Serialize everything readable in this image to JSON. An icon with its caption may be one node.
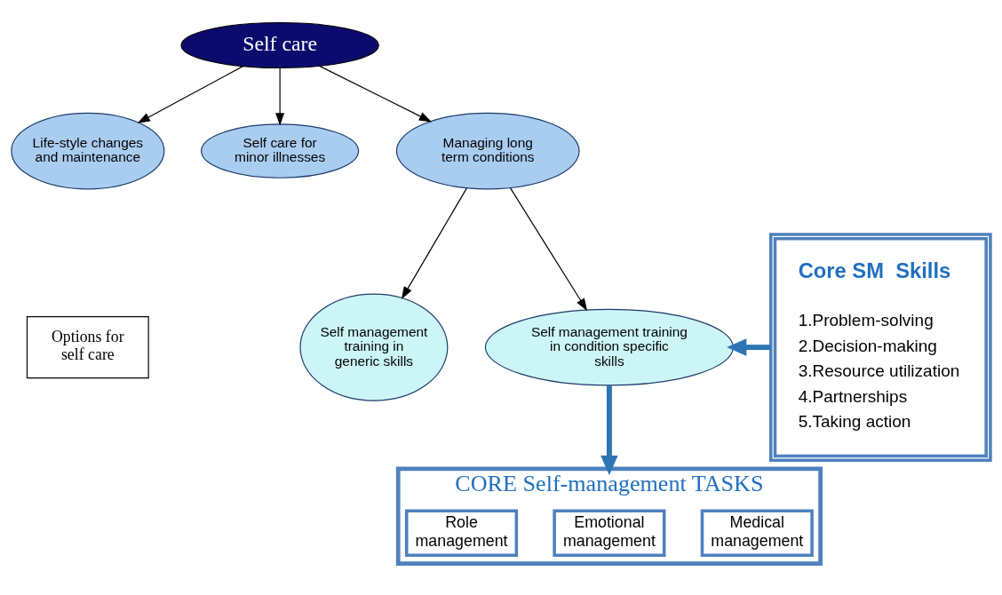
{
  "diagram": {
    "nodes": [
      {
        "text": [
          "Self care"
        ]
      },
      {
        "text": [
          "Life-style changes and maintenance"
        ]
      },
      {
        "text": [
          "Self care for minor illnesses"
        ]
      },
      {
        "text": [
          "Managing long term conditions"
        ]
      },
      {
        "text": [
          "Options for self care"
        ]
      },
      {
        "text": [
          "Self management training in generic skills"
        ]
      },
      {
        "text": [
          "Self management training in condition specific skills"
        ]
      },
      {
        "text": [
          "Core SM  Skills",
          "1.Problem-solving",
          "2.Decision-making",
          "3.Resource utilization",
          "4.Partnerships",
          "5.Taking action"
        ]
      },
      {
        "text": [
          "CORE Self-management TASKS"
        ]
      },
      {
        "text": [
          "Medical management"
        ],
        "in": 8
      },
      {
        "text": [
          "Emotional management"
        ],
        "in": 8
      },
      {
        "text": [
          "Role management"
        ],
        "in": 8
      }
    ],
    "edges": [
      {
        "from": 0,
        "to": 1,
        "arrow": "to"
      },
      {
        "from": 0,
        "to": 2,
        "arrow": "to"
      },
      {
        "from": 0,
        "to": 3,
        "arrow": "to"
      },
      {
        "from": 3,
        "to": 5,
        "arrow": "to"
      },
      {
        "from": 3,
        "to": 6,
        "arrow": "to"
      },
      {
        "from": 7,
        "to": 6,
        "arrow": "to",
        "style": "thick",
        "color": "#2e75b6"
      },
      {
        "from": 6,
        "to": 8,
        "arrow": "to",
        "style": "thick",
        "color": "#2e75b6"
      }
    ]
  }
}
